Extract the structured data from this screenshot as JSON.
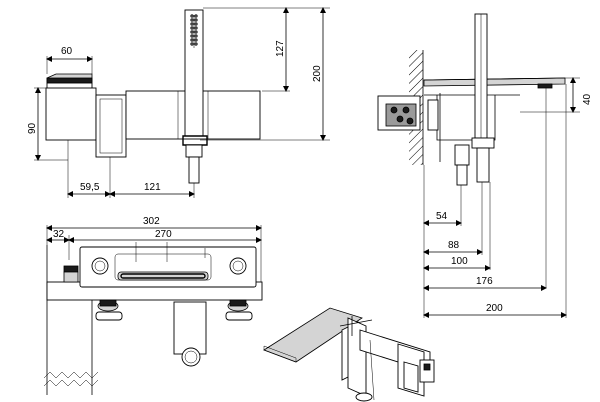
{
  "dimensions": {
    "front_width": "60",
    "front_height": "90",
    "front_offset": "59,5",
    "front_spacing": "121",
    "hand_shower_length": "127",
    "total_height": "200",
    "top_overall_width": "302",
    "top_wall_offset": "32",
    "top_plate_width": "270",
    "side_height": "40",
    "side_d1": "54",
    "side_d2": "88",
    "side_d3": "100",
    "side_d4": "176",
    "side_d5": "200"
  }
}
